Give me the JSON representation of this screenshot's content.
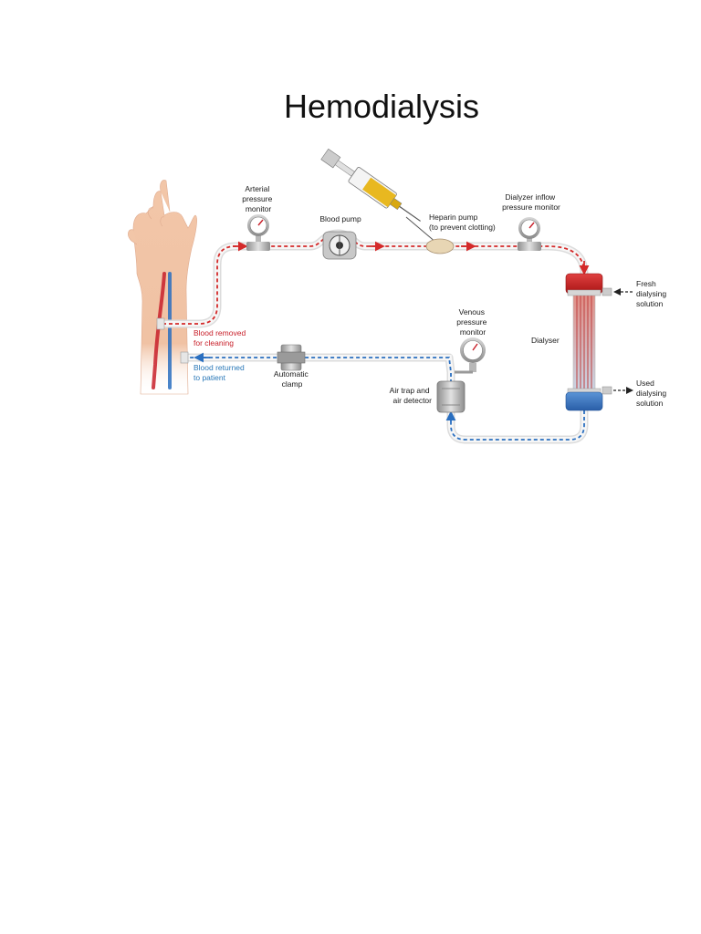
{
  "title": "Hemodialysis",
  "labels": {
    "arterial_monitor": [
      "Arterial",
      "pressure",
      "monitor"
    ],
    "blood_pump": "Blood pump",
    "heparin_pump": [
      "Heparin pump",
      "(to prevent clotting)"
    ],
    "dialyzer_inflow": [
      "Dialyzer inflow",
      "pressure monitor"
    ],
    "fresh_solution": [
      "Fresh",
      "dialysing",
      "solution"
    ],
    "dialyser": "Dialyser",
    "used_solution": [
      "Used",
      "dialysing",
      "solution"
    ],
    "venous_monitor": [
      "Venous",
      "pressure",
      "monitor"
    ],
    "air_trap": [
      "Air trap and",
      "air detector"
    ],
    "automatic_clamp": [
      "Automatic",
      "clamp"
    ],
    "blood_removed": [
      "Blood removed",
      "for cleaning"
    ],
    "blood_returned": [
      "Blood returned",
      "to patient"
    ]
  },
  "colors": {
    "arterial_flow": "#d42a2a",
    "venous_flow": "#2a6fc0",
    "dialyser_top": "#c81e1e",
    "dialyser_bottom": "#3a78c0",
    "heparin": "#e8b820",
    "tube": "#e6e6e6"
  }
}
